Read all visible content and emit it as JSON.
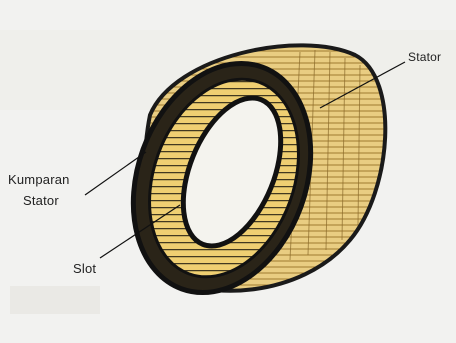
{
  "labels": {
    "stator": "Stator",
    "kumparan_line1": "Kumparan",
    "kumparan_line2": "Stator",
    "slot": "Slot"
  },
  "colors": {
    "background": "#f2f2f0",
    "laminations": "#e8c87a",
    "winding": "#1c1c1c"
  }
}
